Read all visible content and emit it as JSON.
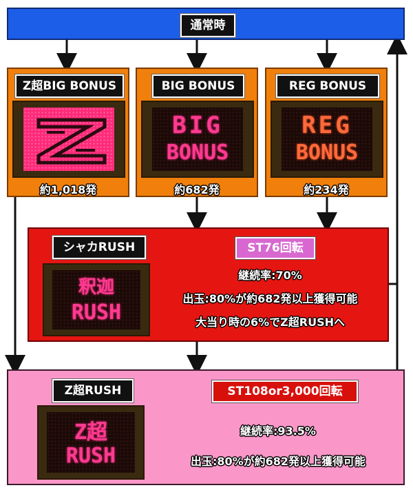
{
  "top": {
    "label": "通常時"
  },
  "bonuses": [
    {
      "label": "Z超BIG BONUS",
      "payout": "約1,018発"
    },
    {
      "label": "BIG BONUS",
      "payout": "約682発"
    },
    {
      "label": "REG BONUS",
      "payout": "約234発"
    }
  ],
  "shaka": {
    "label": "シャカRUSH",
    "st": "ST76回転",
    "lines": [
      "継続率:70%",
      "出玉:80%が約682発以上獲得可能",
      "大当り時の6%でZ超RUSHへ"
    ]
  },
  "zrush": {
    "label": "Z超RUSH",
    "st": "ST108or3,000回転",
    "lines": [
      "継続率:93.5%",
      "出玉:80%が約682発以上獲得可能"
    ]
  },
  "colors": {
    "top": "#1d5ee8",
    "orange": "#f07f0c",
    "red": "#e51612",
    "pink": "#fb96c8"
  },
  "icons": [
    "z-logo-icon",
    "big-bonus-icon",
    "reg-bonus-icon",
    "shaka-rush-icon",
    "z-rush-icon"
  ]
}
